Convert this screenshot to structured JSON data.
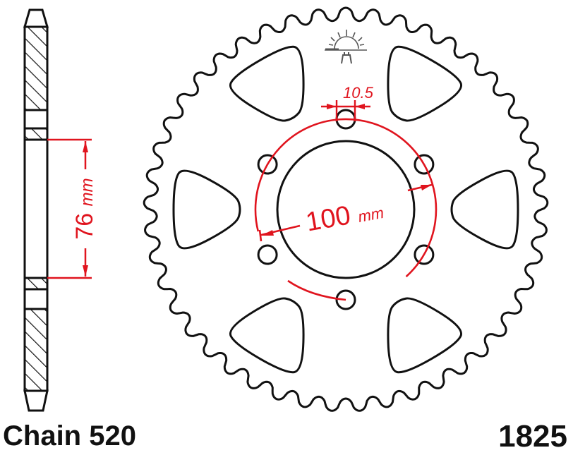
{
  "diagram": {
    "title": "Rear sprocket technical drawing",
    "part_number": "1825",
    "chain_label": "Chain 520",
    "teeth_count": 45,
    "dimensions": {
      "bolt_circle": {
        "value": "100",
        "unit": "mm"
      },
      "bolt_hole": {
        "value": "10.5"
      },
      "center_bore": {
        "value": "76",
        "unit": "mm"
      }
    },
    "bolt_holes_count": 6,
    "lightening_holes_count": 6,
    "colors": {
      "outline": "#111111",
      "dimension": "#e0141e",
      "hatch": "#111111",
      "logo": "#666666"
    },
    "side_view": {
      "label": "side profile with hatched section"
    },
    "logo": {
      "name": "sunrise-logo"
    }
  }
}
